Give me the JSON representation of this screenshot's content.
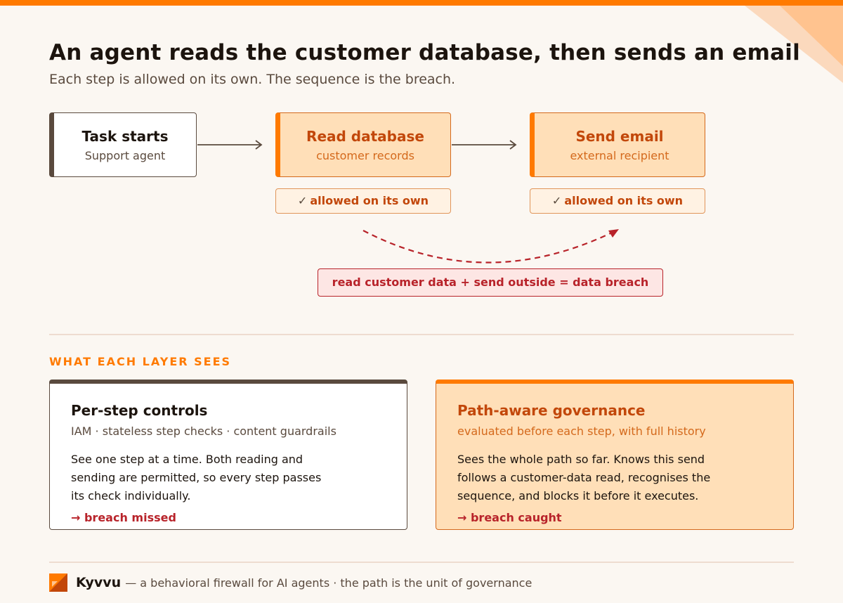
{
  "header": {
    "title": "An agent reads the customer database, then sends an email",
    "subtitle": "Each step is allowed on its own. The sequence is the breach."
  },
  "flow": {
    "nodes": [
      {
        "title": "Task starts",
        "subtitle": "Support agent"
      },
      {
        "title": "Read database",
        "subtitle": "customer records"
      },
      {
        "title": "Send email",
        "subtitle": "external recipient"
      }
    ],
    "allowed_check": "✓",
    "allowed_label": "allowed on its own",
    "breach_label": "read customer data + send outside = data breach"
  },
  "layers": {
    "section_label": "WHAT EACH LAYER SEES",
    "cards": [
      {
        "title": "Per-step controls",
        "subtitle": "IAM · stateless step checks · content guardrails",
        "body": "See one step at a time. Both reading and sending are permitted, so every step passes its check individually.",
        "result": "→ breach missed"
      },
      {
        "title": "Path-aware governance",
        "subtitle": "evaluated before each step, with full history",
        "body": "Sees the whole path so far. Knows this send follows a customer-data read, recognises the sequence, and blocks it before it executes.",
        "result": "→ breach caught"
      }
    ]
  },
  "footer": {
    "brand": "Kyvvu",
    "tagline": "— a behavioral firewall for AI agents · the path is the unit of governance"
  },
  "colors": {
    "accent": "#ff7a00",
    "accent_dark": "#c2470a",
    "danger": "#b8232a",
    "neutral": "#5a4a3e",
    "background": "#fbf7f2"
  }
}
